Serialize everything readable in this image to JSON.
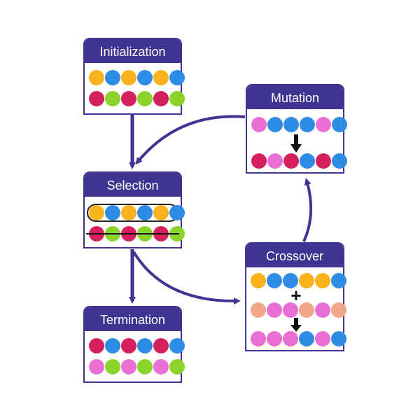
{
  "colors": {
    "border": "#3f3491",
    "header": "#3f3491",
    "arrow": "#3f3491",
    "yellow": "#f9b21b",
    "blue": "#2f8ce6",
    "crimson": "#d61f5e",
    "green": "#8bd32a",
    "pink": "#ea6fd4",
    "peach": "#f2a68a"
  },
  "boxes": {
    "initialization": {
      "title": "Initialization",
      "rows": [
        [
          "yellow",
          "blue",
          "yellow",
          "blue",
          "yellow",
          "blue"
        ],
        [
          "crimson",
          "green",
          "crimson",
          "green",
          "crimson",
          "green"
        ]
      ]
    },
    "selection": {
      "title": "Selection",
      "rows": [
        [
          "yellow",
          "blue",
          "yellow",
          "blue",
          "yellow",
          "blue"
        ],
        [
          "crimson",
          "green",
          "crimson",
          "green",
          "crimson",
          "green"
        ]
      ]
    },
    "termination": {
      "title": "Termination",
      "rows": [
        [
          "crimson",
          "blue",
          "crimson",
          "blue",
          "crimson",
          "blue"
        ],
        [
          "pink",
          "green",
          "pink",
          "green",
          "pink",
          "green"
        ]
      ]
    },
    "mutation": {
      "title": "Mutation",
      "rows": [
        [
          "pink",
          "blue",
          "blue",
          "blue",
          "pink",
          "blue"
        ],
        [
          "crimson",
          "pink",
          "crimson",
          "blue",
          "crimson",
          "blue"
        ]
      ]
    },
    "crossover": {
      "title": "Crossover",
      "rows": [
        [
          "yellow",
          "blue",
          "blue",
          "yellow",
          "yellow",
          "blue"
        ],
        [
          "peach",
          "pink",
          "pink",
          "peach",
          "pink",
          "peach"
        ],
        [
          "pink",
          "pink",
          "pink",
          "blue",
          "pink",
          "blue"
        ]
      ]
    }
  }
}
